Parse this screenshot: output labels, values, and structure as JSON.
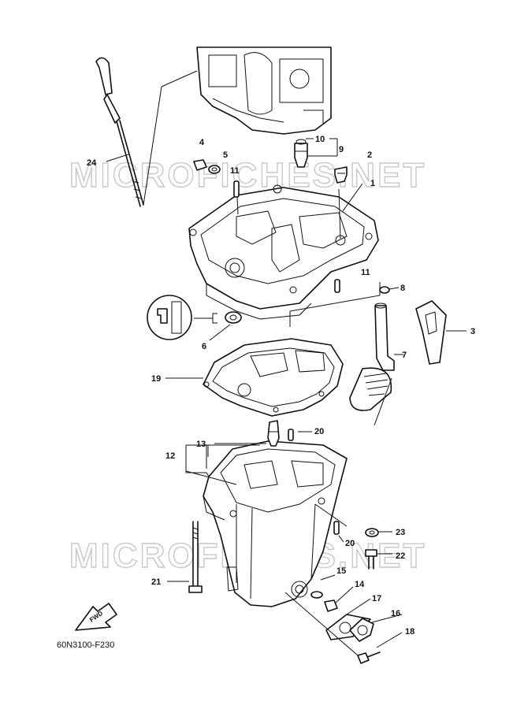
{
  "watermark": "MICROFICHES.NET",
  "diagram_code": "60N3100-F230",
  "direction_label": "FWD",
  "callouts": {
    "c1": "1",
    "c2": "2",
    "c3": "3",
    "c4": "4",
    "c5": "5",
    "c6": "6",
    "c7": "7",
    "c8": "8",
    "c9": "9",
    "c10": "10",
    "c11a": "11",
    "c11b": "11",
    "c12": "12",
    "c13": "13",
    "c14": "14",
    "c15": "15",
    "c16": "16",
    "c17": "17",
    "c18": "18",
    "c19": "19",
    "c20a": "20",
    "c20b": "20",
    "c21": "21",
    "c22": "22",
    "c23": "23",
    "c24": "24"
  }
}
